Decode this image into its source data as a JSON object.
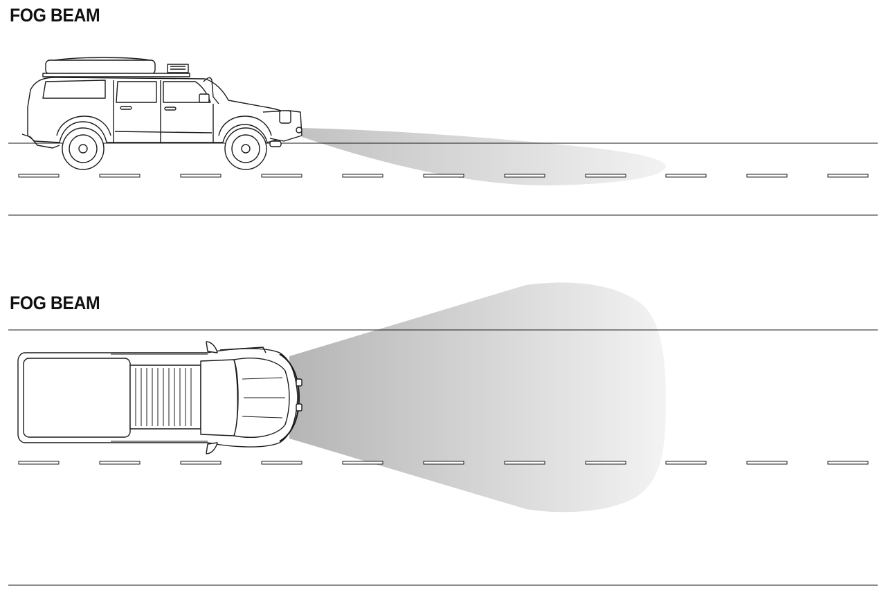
{
  "panels": [
    {
      "title": "FOG BEAM",
      "view": "side"
    },
    {
      "title": "FOG BEAM",
      "view": "top"
    }
  ],
  "colors": {
    "line": "#1a1a1a",
    "beam_near": "#b8b8b8",
    "beam_far": "#f4f4f4",
    "background": "#ffffff"
  }
}
